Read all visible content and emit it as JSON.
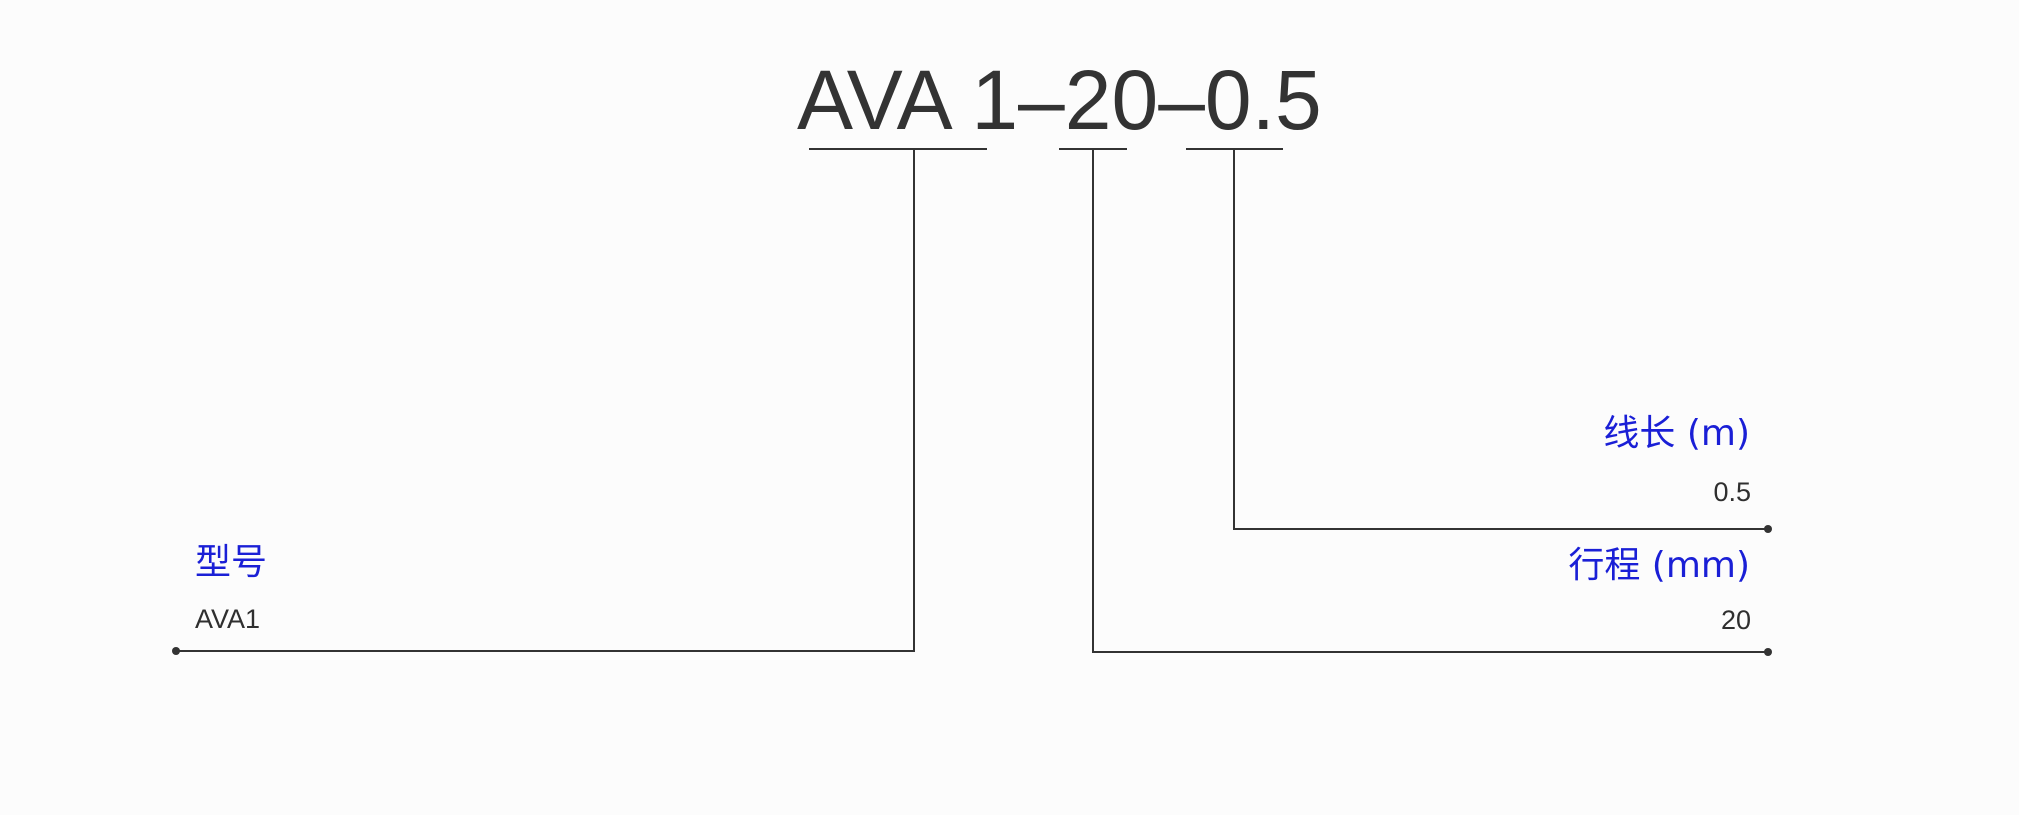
{
  "model_code": {
    "part_1": "AVA 1",
    "dash_1": "–",
    "part_2": "20",
    "dash_2": "–",
    "part_3": "0.5"
  },
  "fields": {
    "model": {
      "title": "型号",
      "value": "AVA1"
    },
    "cable_length": {
      "title": "线长 (m)",
      "value": "0.5"
    },
    "stroke": {
      "title": "行程 (mm)",
      "value": "20"
    }
  },
  "colors": {
    "background": "#fcfcfc",
    "line": "#333333",
    "label_title": "#1a1fd6",
    "label_value": "#2f2f2f"
  }
}
